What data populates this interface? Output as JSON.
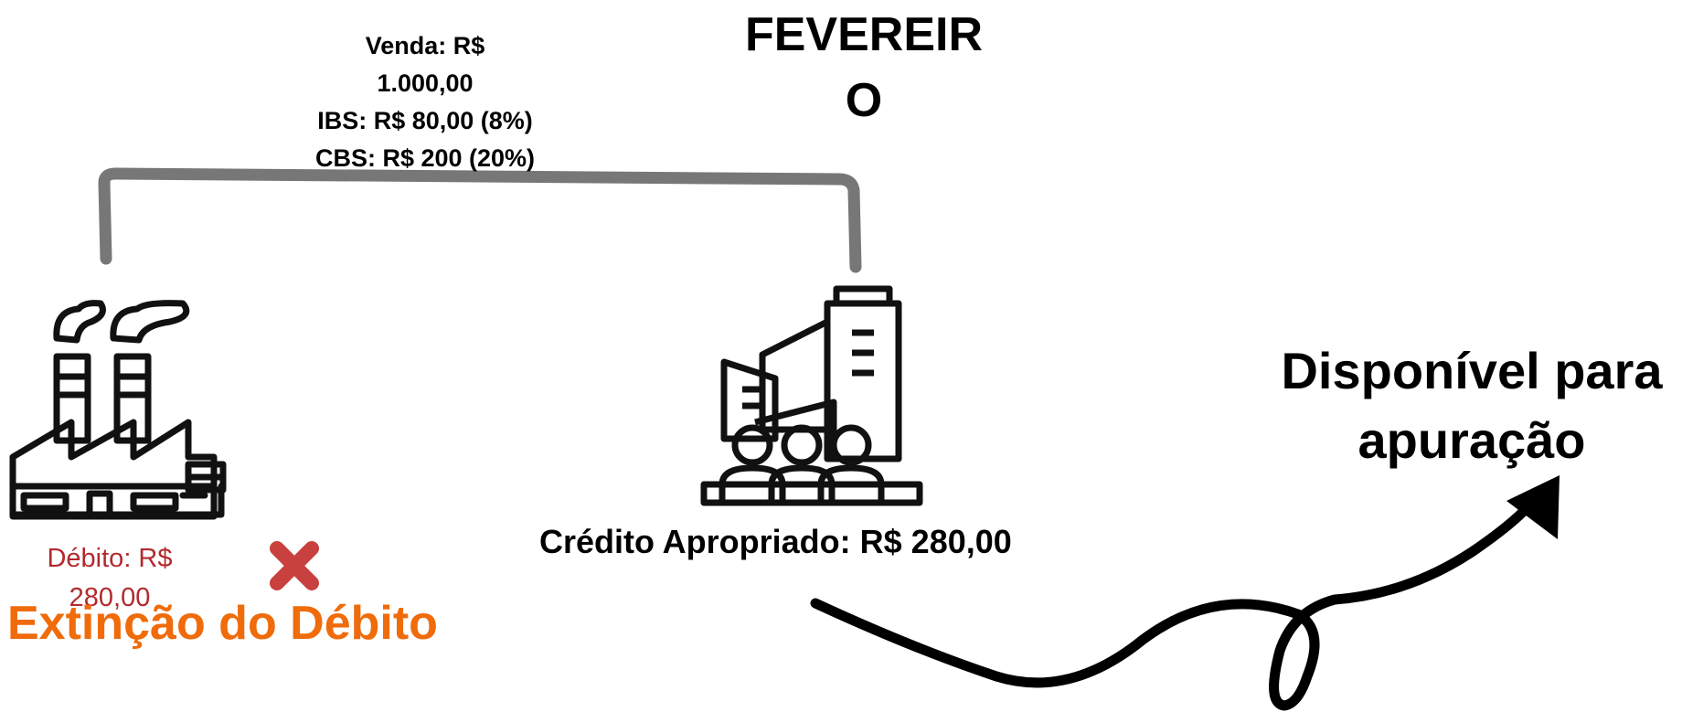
{
  "month_title": [
    "FEVEREIR",
    "O"
  ],
  "sale_info": [
    "Venda: R$",
    "1.000,00",
    "IBS: R$ 80,00 (8%)",
    "CBS: R$ 200 (20%)"
  ],
  "credit_label": "Crédito Apropriado: R$ 280,00",
  "debit_label": [
    "Débito: R$",
    "280,00"
  ],
  "extinction_label": "Extinção do Débito",
  "available_label": [
    "Disponível para",
    "apuração"
  ],
  "icons": [
    "factory-icon",
    "office-buildings-people-icon",
    "close-x-icon",
    "curvy-arrow-icon"
  ],
  "colors": {
    "debit_text": "#b22a2e",
    "extinction_text": "#f06b0a",
    "cross_icon": "#c8413f",
    "bracket": "#777777"
  }
}
